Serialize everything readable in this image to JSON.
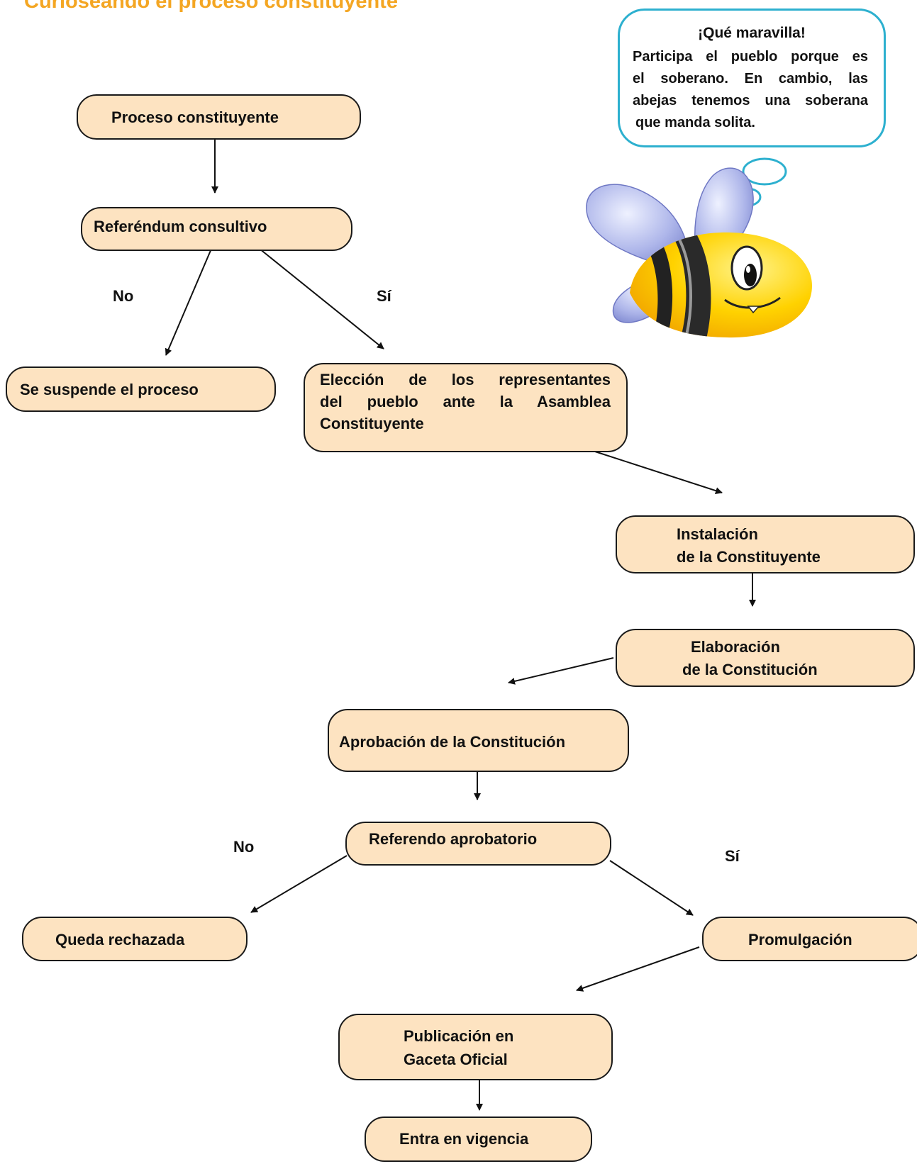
{
  "title": "Curioseando el proceso constituyente",
  "nodes": {
    "proceso": "Proceso constituyente",
    "referendum_consultivo": "Referéndum consultivo",
    "suspende": "Se suspende el proceso",
    "eleccion": [
      "Elección de los representantes",
      "del pueblo ante la Asamblea",
      "Constituyente"
    ],
    "instalacion": [
      "Instalación",
      "de la Constituyente"
    ],
    "elaboracion": [
      "Elaboración",
      "de la Constitución"
    ],
    "aprobacion": "Aprobación de la Constitución",
    "referendo_aprobatorio": "Referendo aprobatorio",
    "rechazada": "Queda rechazada",
    "promulgacion": "Promulgación",
    "publicacion": [
      "Publicación en",
      "Gaceta Oficial"
    ],
    "vigencia": "Entra en vigencia"
  },
  "edge_labels": {
    "no_1": "No",
    "si_1": "Sí",
    "no_2": "No",
    "si_2": "Sí"
  },
  "speech_bubble": {
    "title": "¡Qué maravilla!",
    "lines": [
      "Participa el pueblo porque es",
      "el soberano. En cambio, las",
      "abejas tenemos una soberana",
      "que manda solita."
    ]
  },
  "colors": {
    "title": "#f4a623",
    "node_fill": "#fde3c1",
    "bubble_border": "#2db0cf"
  }
}
